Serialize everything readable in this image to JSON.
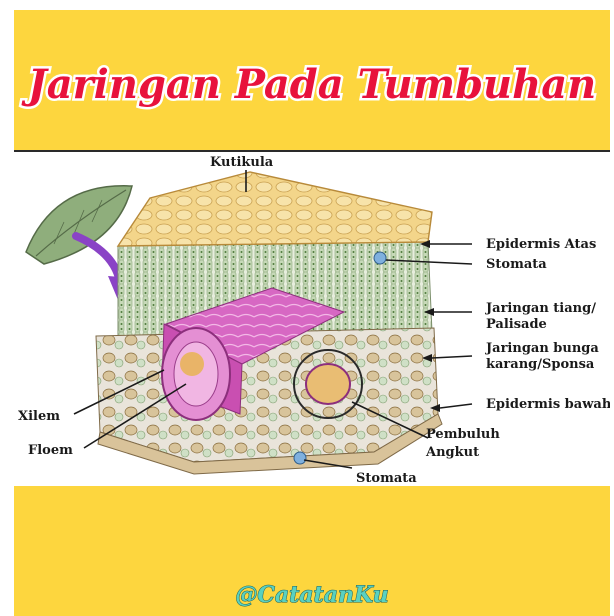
{
  "title": "Jaringan Pada Tumbuhan",
  "watermark": "@CatatanKu",
  "labels": {
    "kutikula": "Kutikula",
    "epidermis_atas": "Epidermis Atas",
    "stomata_top": "Stomata",
    "jaringan_tiang_1": "Jaringan tiang/",
    "jaringan_tiang_2": "Palisade",
    "jaringan_bunga_1": "Jaringan bunga",
    "jaringan_bunga_2": "karang/Sponsa",
    "epidermis_bawah": "Epidermis bawah",
    "xilem": "Xilem",
    "floem": "Floem",
    "pembuluh_1": "Pembuluh",
    "pembuluh_2": "Angkut",
    "stomata_bottom": "Stomata"
  },
  "colors": {
    "banner": "#fdd63e",
    "title_fill": "#e8123c",
    "title_stroke": "#ffffff",
    "cuticle": "#f3d58a",
    "palisade": "#d9e8d0",
    "vessel": "#c84fb0",
    "spongy": "#c9a36a",
    "leaf": "#7a9a6a"
  }
}
